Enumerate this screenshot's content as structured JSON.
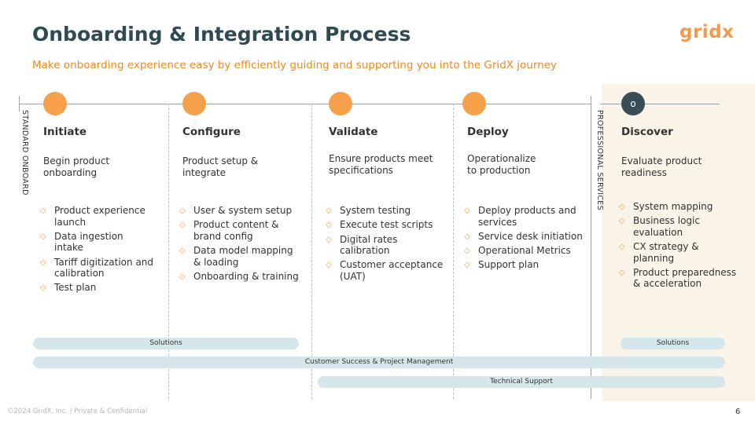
{
  "header": {
    "title": "Onboarding & Integration Process",
    "subtitle": "Make onboarding experience easy by efficiently guiding and supporting you into the GridX journey",
    "logo_text": "gridx"
  },
  "side_labels": {
    "standard": "STANDARD ONBOARD",
    "professional": "PROFESSIONAL SERVICES"
  },
  "stages": [
    {
      "name": "Initiate",
      "desc_lines": [
        "Begin product",
        "onboarding"
      ],
      "bullets": [
        [
          "Product experience",
          "launch"
        ],
        [
          "Data ingestion",
          "intake"
        ],
        [
          "Tariff digitization and",
          "calibration"
        ],
        [
          "Test plan"
        ]
      ]
    },
    {
      "name": "Configure",
      "desc_lines": [
        "Product setup &",
        "integrate"
      ],
      "bullets": [
        [
          "User & system setup"
        ],
        [
          "Product content &",
          "brand config"
        ],
        [
          "Data model mapping",
          "& loading"
        ],
        [
          "Onboarding & training"
        ]
      ]
    },
    {
      "name": "Validate",
      "desc_lines": [
        "Ensure products meet",
        "specifications"
      ],
      "bullets": [
        [
          "System testing"
        ],
        [
          "Execute test scripts"
        ],
        [
          "Digital rates",
          "calibration"
        ],
        [
          "Customer acceptance",
          "(UAT)"
        ]
      ]
    },
    {
      "name": "Deploy",
      "desc_lines": [
        "Operationalize",
        "to production"
      ],
      "bullets": [
        [
          "Deploy products and",
          "services"
        ],
        [
          "Service desk initiation"
        ],
        [
          "Operational Metrics"
        ],
        [
          "Support plan"
        ]
      ]
    },
    {
      "name": "Discover",
      "marker": "o",
      "desc_lines": [
        "Evaluate product",
        "readiness"
      ],
      "bullets": [
        [
          "System mapping"
        ],
        [
          "Business logic",
          "evaluation"
        ],
        [
          "CX strategy &",
          "planning"
        ],
        [
          "Product preparedness",
          "& acceleration"
        ]
      ]
    }
  ],
  "bars": {
    "solutions_left": "Solutions",
    "solutions_right": "Solutions",
    "customer_success": "Customer Success & Project Management",
    "technical_support": "Technical Support"
  },
  "footer": {
    "copyright": "©2024 GridX, Inc. / Private & Confidential",
    "page_number": "6"
  },
  "colors": {
    "title": "#2f4a52",
    "accent_orange": "#ee8a1f",
    "circle_orange": "#f7a04c",
    "circle_dark": "#384d55",
    "bar_fill": "#d5e7ea",
    "panel_bg": "#faf3e8"
  },
  "icons": {
    "bullet": "diamond-outline-icon"
  }
}
